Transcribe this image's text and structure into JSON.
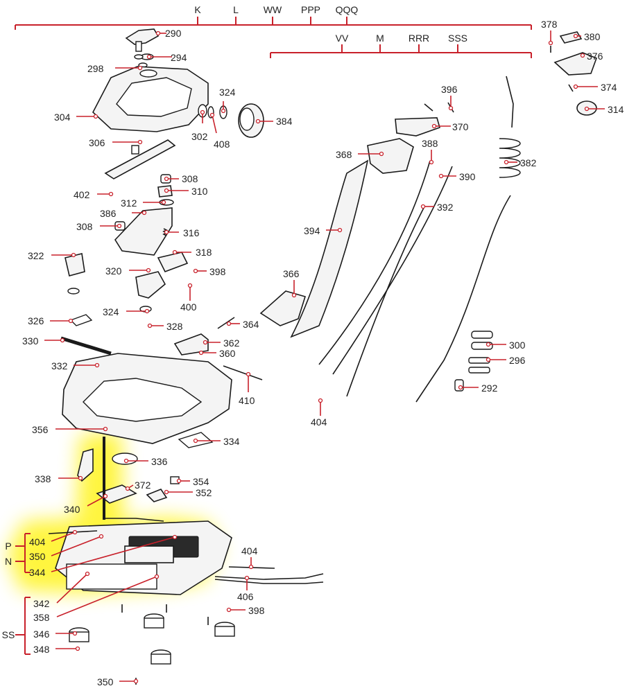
{
  "header_groups": {
    "top": [
      "K",
      "L",
      "WW",
      "PPP",
      "QQQ"
    ],
    "second": [
      "VV",
      "M",
      "RRR",
      "SSS"
    ]
  },
  "side_groups": {
    "p": "P",
    "n": "N",
    "ss": "SS"
  },
  "callouts": {
    "c290": "290",
    "c294": "294",
    "c298": "298",
    "c304": "304",
    "c324a": "324",
    "c302": "302",
    "c408": "408",
    "c384": "384",
    "c306": "306",
    "c308a": "308",
    "c402": "402",
    "c310": "310",
    "c312": "312",
    "c386": "386",
    "c308b": "308",
    "c316": "316",
    "c322": "322",
    "c318": "318",
    "c320": "320",
    "c398a": "398",
    "c400": "400",
    "c324b": "324",
    "c326": "326",
    "c328": "328",
    "c364": "364",
    "c362": "362",
    "c330": "330",
    "c360": "360",
    "c332": "332",
    "c410": "410",
    "c356": "356",
    "c334": "334",
    "c336": "336",
    "c338": "338",
    "c354": "354",
    "c372": "372",
    "c352": "352",
    "c340": "340",
    "c404a": "404",
    "c350a": "350",
    "c344": "344",
    "c342": "342",
    "c358": "358",
    "c346": "346",
    "c348": "348",
    "c350b": "350",
    "c404b": "404",
    "c406": "406",
    "c398b": "398",
    "c396": "396",
    "c370": "370",
    "c368": "368",
    "c388": "388",
    "c390": "390",
    "c392": "392",
    "c394": "394",
    "c366": "366",
    "c404c": "404",
    "c382": "382",
    "c300": "300",
    "c296": "296",
    "c292": "292",
    "c378": "378",
    "c380": "380",
    "c376": "376",
    "c374": "374",
    "c314": "314"
  },
  "colors": {
    "leader": "#c8202a",
    "highlight": "#fff200",
    "ink": "#1a1a1a"
  }
}
